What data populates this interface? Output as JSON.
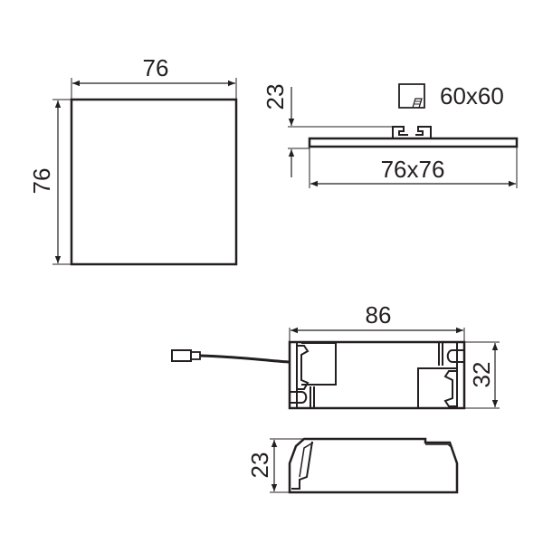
{
  "drawing": {
    "stroke_color": "#231f20",
    "background": "#ffffff",
    "front_view": {
      "width_label": "76",
      "height_label": "76"
    },
    "side_view": {
      "height_label": "23",
      "cutout_label": "60x60",
      "cutout_icon": "cutout-icon",
      "size_label": "76x76"
    },
    "driver_top_view": {
      "length_label": "86",
      "width_label": "32",
      "connector_icon": "connector-icon"
    },
    "driver_side_view": {
      "height_label": "23"
    }
  }
}
